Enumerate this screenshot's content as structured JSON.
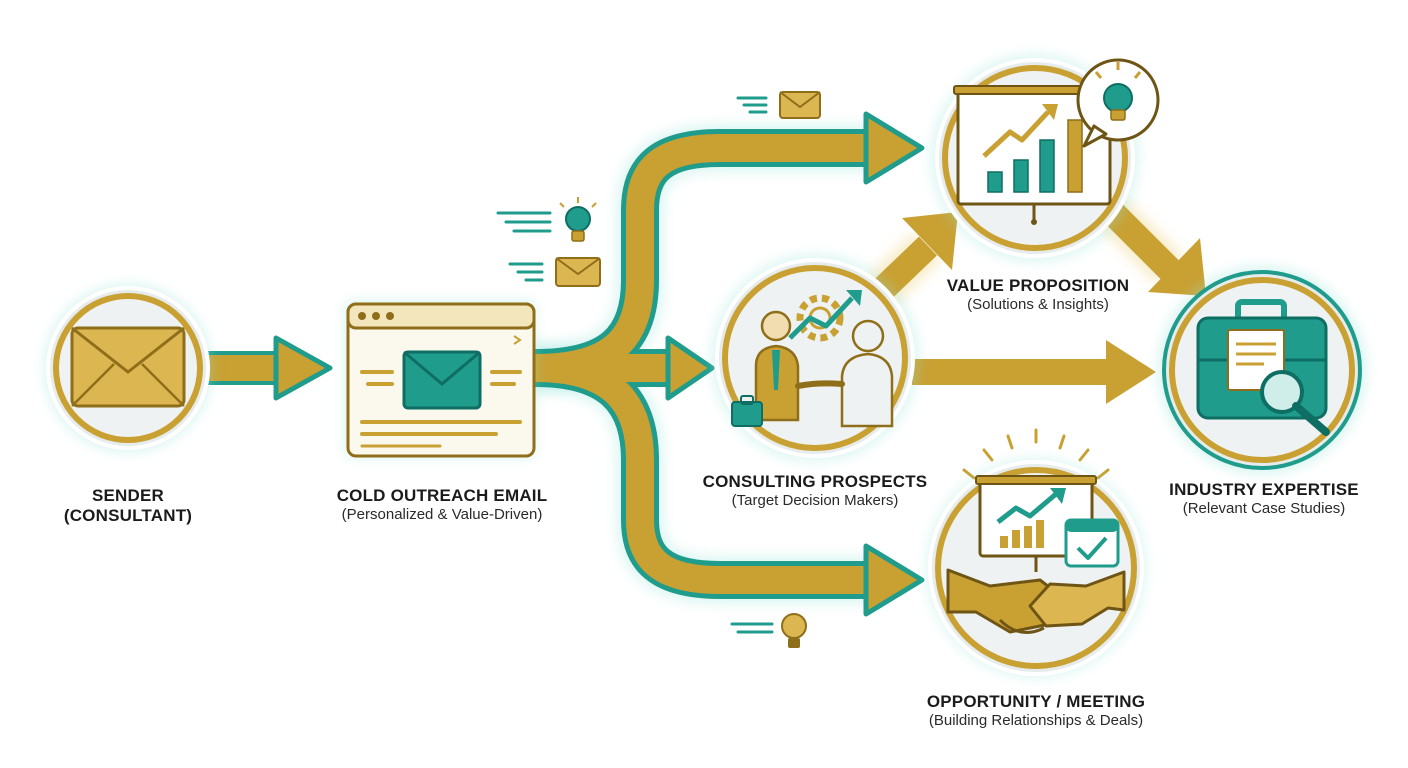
{
  "colors": {
    "gold": "#c9a032",
    "gold_dark": "#8f6e1a",
    "gold_light": "#e9cf7a",
    "teal": "#1f9c8c",
    "teal_dark": "#0f6e63",
    "glow": "#8fe3d6",
    "circle_fill": "#e6ecec",
    "ink": "#1b1b1b"
  },
  "nodes": {
    "sender": {
      "title": "SENDER",
      "subtitle": "(CONSULTANT)",
      "icon": "envelope-icon"
    },
    "email": {
      "title": "COLD OUTREACH EMAIL",
      "subtitle": "(Personalized & Value-Driven)",
      "icon": "browser-email-icon"
    },
    "prospects": {
      "title": "CONSULTING PROSPECTS",
      "subtitle": "(Target Decision Makers)",
      "icon": "handshake-people-icon"
    },
    "value": {
      "title": "VALUE PROPOSITION",
      "subtitle": "(Solutions & Insights)",
      "icon": "presentation-chart-icon"
    },
    "expertise": {
      "title": "INDUSTRY EXPERTISE",
      "subtitle": "(Relevant Case Studies)",
      "icon": "briefcase-magnifier-icon"
    },
    "opportunity": {
      "title": "OPPORTUNITY / MEETING",
      "subtitle": "(Building Relationships & Deals)",
      "icon": "handshake-deal-icon"
    }
  },
  "decorations": [
    "flying-envelope-icon",
    "lightbulb-icon",
    "flying-envelope-icon",
    "lightbulb-icon"
  ]
}
